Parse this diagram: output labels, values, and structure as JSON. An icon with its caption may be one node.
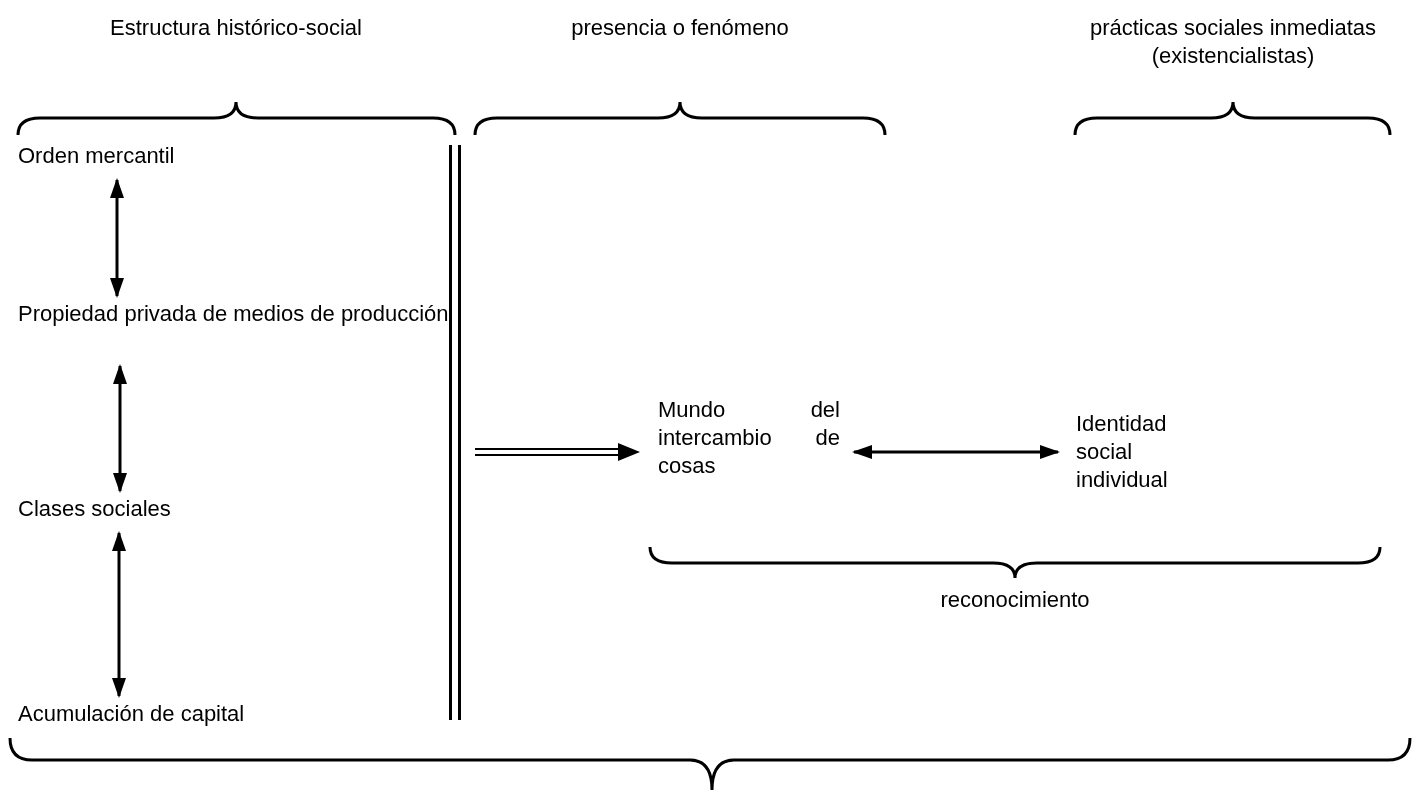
{
  "diagram": {
    "nodes": [
      {
        "text": [
          "Orden mercantil"
        ]
      },
      {
        "text": [
          "Propiedad privada de medios de producción"
        ]
      },
      {
        "text": [
          "Clases sociales"
        ]
      },
      {
        "text": [
          "Acumulación de capital"
        ]
      },
      {
        "text": [],
        "shape": "bar"
      },
      {
        "text": [
          "Mundo del intercambio de cosas"
        ]
      },
      {
        "text": [
          "Identidad social individual"
        ]
      }
    ],
    "edges": [
      {
        "from": 0,
        "to": 1,
        "arrow": "both"
      },
      {
        "from": 1,
        "to": 2,
        "arrow": "both"
      },
      {
        "from": 2,
        "to": 3,
        "arrow": "both"
      },
      {
        "from": 4,
        "to": 5,
        "arrow": "to"
      },
      {
        "from": 5,
        "to": 6,
        "arrow": "both"
      }
    ],
    "labels": [
      "Estructura histórico-social",
      "presencia o fenómeno",
      "prácticas sociales inmediatas (existencialistas)",
      "reconocimiento"
    ]
  }
}
